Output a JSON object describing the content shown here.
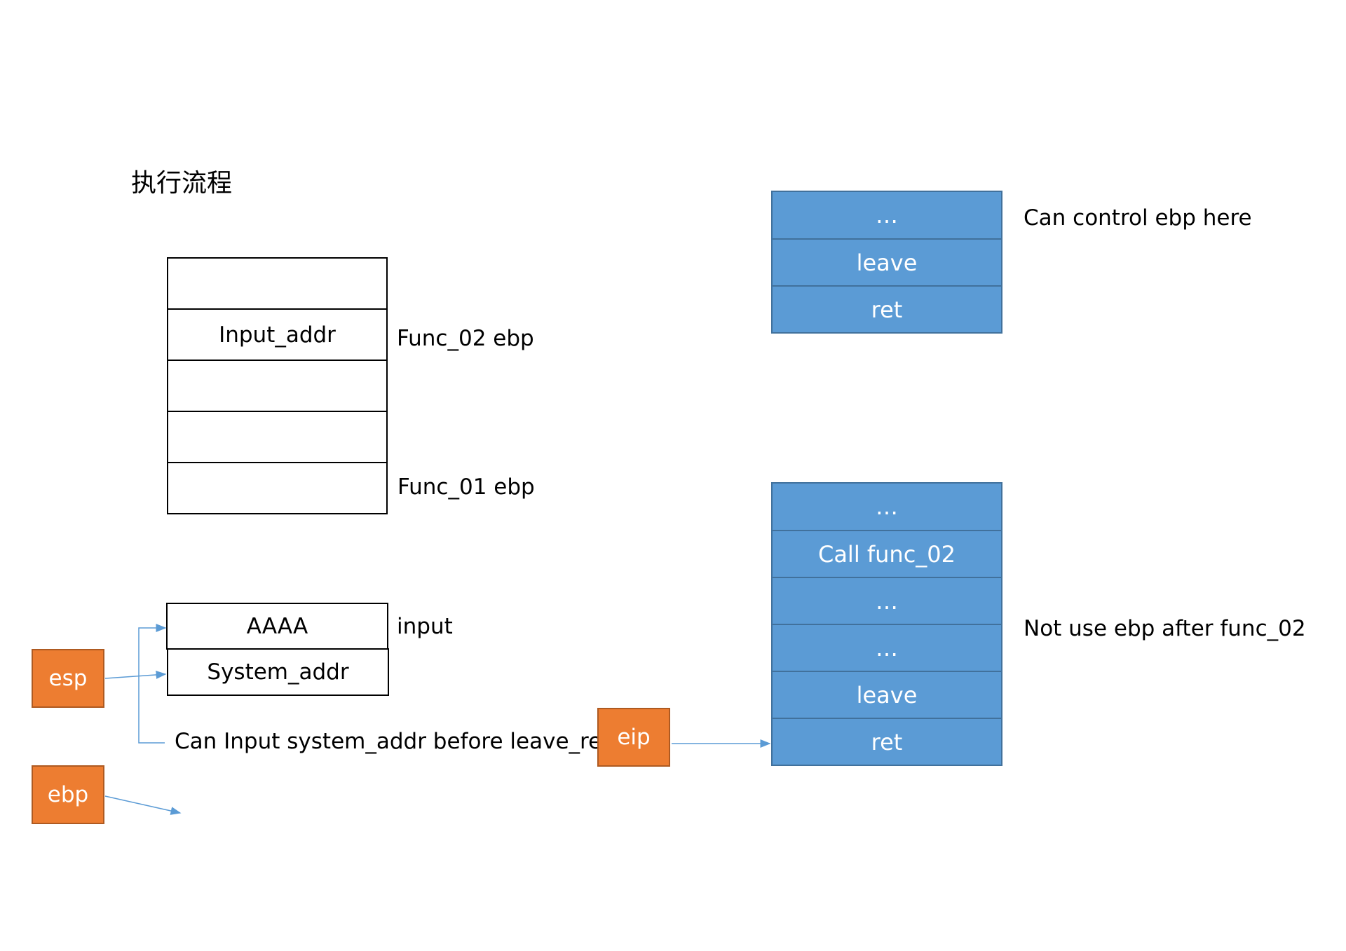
{
  "title": "执行流程",
  "stack": {
    "cells": [
      "",
      "Input_addr",
      "",
      "",
      ""
    ],
    "labels": {
      "func02_ebp": "Func_02 ebp",
      "func01_ebp": "Func_01 ebp"
    }
  },
  "input_boxes": {
    "top": "AAAA",
    "bottom": "System_addr",
    "label": "input",
    "note": "Can Input system_addr before leave_ret"
  },
  "registers": {
    "esp": "esp",
    "ebp": "ebp",
    "eip": "eip"
  },
  "code_top": {
    "cells": [
      "…",
      "leave",
      "ret"
    ],
    "note": "Can control ebp here"
  },
  "code_bottom": {
    "cells": [
      "…",
      "Call func_02",
      "…",
      "…",
      "leave",
      "ret"
    ],
    "note": "Not use ebp after func_02"
  },
  "colors": {
    "blue_fill": "#5b9bd5",
    "blue_border": "#41719c",
    "orange_fill": "#ed7d31",
    "orange_border": "#ae5a21",
    "arrow": "#5b9bd5"
  }
}
